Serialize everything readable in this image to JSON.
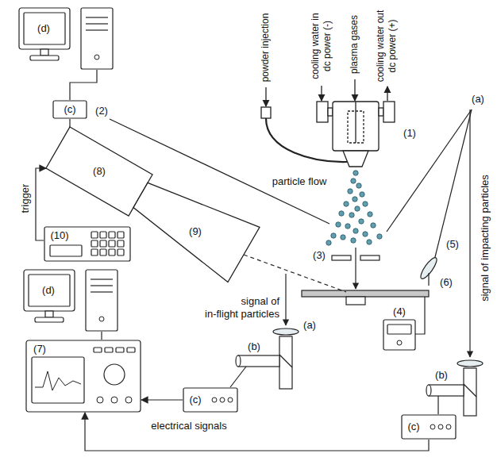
{
  "diagram": {
    "nodes": [
      {
        "text": [
          "(d)"
        ]
      },
      {
        "text": [
          "(c)"
        ]
      },
      {
        "text": [
          "(8)"
        ]
      },
      {
        "text": [
          "(9)"
        ]
      },
      {
        "text": [
          "(10)"
        ]
      },
      {
        "text": [
          "(d)"
        ]
      },
      {
        "text": [
          "(7)"
        ]
      },
      {
        "text": [
          "(4)"
        ]
      },
      {
        "text": [
          "(c)"
        ]
      },
      {
        "text": [
          "(c)"
        ]
      }
    ],
    "edges": [
      {
        "from": 0,
        "to": 1,
        "arrow": "none"
      },
      {
        "from": 1,
        "to": 2,
        "arrow": "none"
      },
      {
        "from": 4,
        "to": 2,
        "arrow": "to"
      },
      {
        "from": 5,
        "to": 6,
        "arrow": "none"
      },
      {
        "from": 8,
        "to": 6,
        "arrow": "to"
      },
      {
        "from": 9,
        "to": 6,
        "arrow": "to"
      }
    ],
    "labels": [
      "powder injection",
      "cooling water in",
      "dc power (-)",
      "plasma gases",
      "cooling water out",
      "dc power (+)",
      "(1)",
      "(2)",
      "particle flow",
      "(a)",
      "(3)",
      "(5)",
      "(6)",
      "signal of impacting particles",
      "trigger",
      "signal of",
      "in-flight particles",
      "(a)",
      "(b)",
      "(b)",
      "electrical signals"
    ]
  }
}
